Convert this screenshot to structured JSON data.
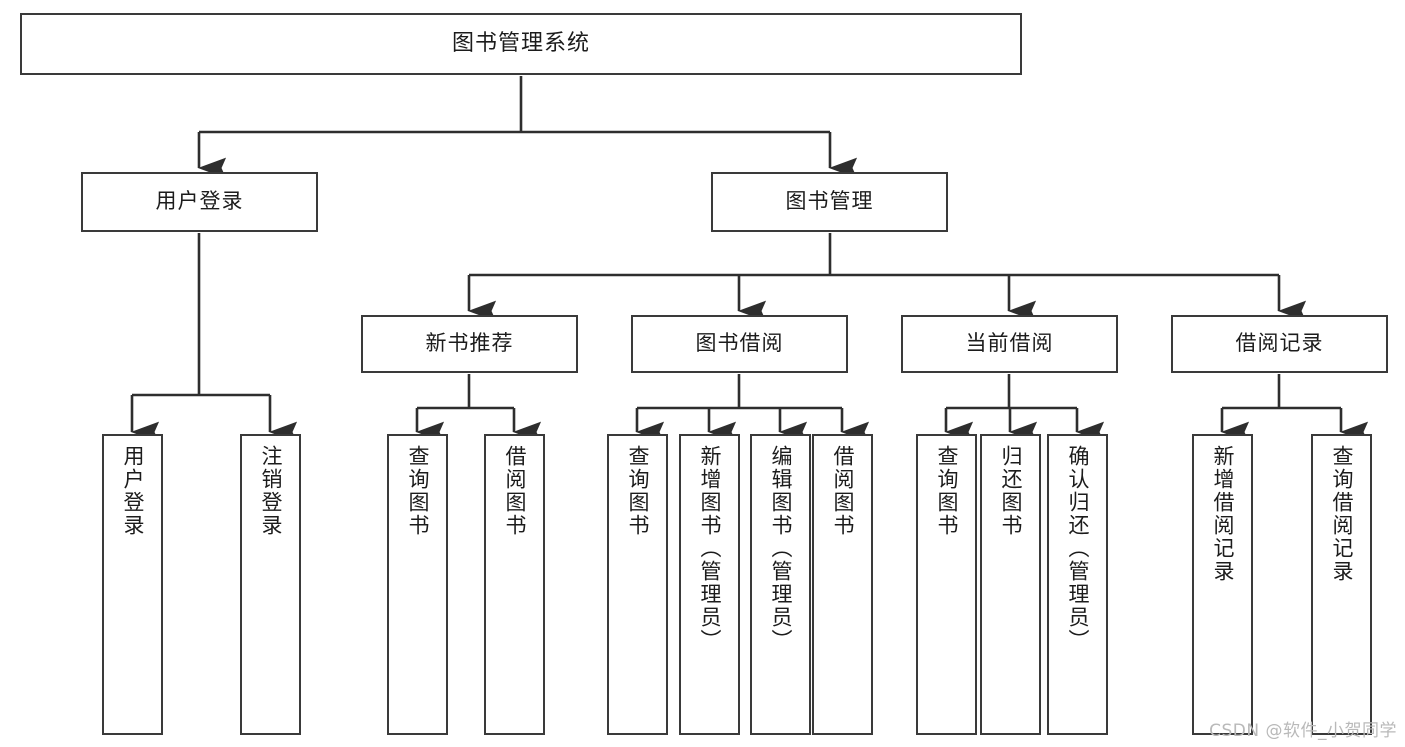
{
  "diagram": {
    "title": "图书管理系统",
    "watermark": "CSDN @软件_小贺同学",
    "stroke_color": "#3a3a3a",
    "text_color": "#1c1c1c",
    "background": "#ffffff"
  },
  "nodes": {
    "root": {
      "label": "图书管理系统"
    },
    "level2": [
      {
        "label": "用户登录"
      },
      {
        "label": "图书管理"
      }
    ],
    "level3": [
      {
        "label": "新书推荐"
      },
      {
        "label": "图书借阅"
      },
      {
        "label": "当前借阅"
      },
      {
        "label": "借阅记录"
      }
    ],
    "leaves_user_login": [
      {
        "label": "用户登录"
      },
      {
        "label": "注销登录"
      }
    ],
    "leaves_new_book": [
      {
        "label": "查询图书"
      },
      {
        "label": "借阅图书"
      }
    ],
    "leaves_borrow": [
      {
        "label": "查询图书"
      },
      {
        "label": "新增图书（管理员）"
      },
      {
        "label": "编辑图书（管理员）"
      },
      {
        "label": "借阅图书"
      }
    ],
    "leaves_current": [
      {
        "label": "查询图书"
      },
      {
        "label": "归还图书"
      },
      {
        "label": "确认归还（管理员）"
      }
    ],
    "leaves_record": [
      {
        "label": "新增借阅记录"
      },
      {
        "label": "查询借阅记录"
      }
    ]
  }
}
